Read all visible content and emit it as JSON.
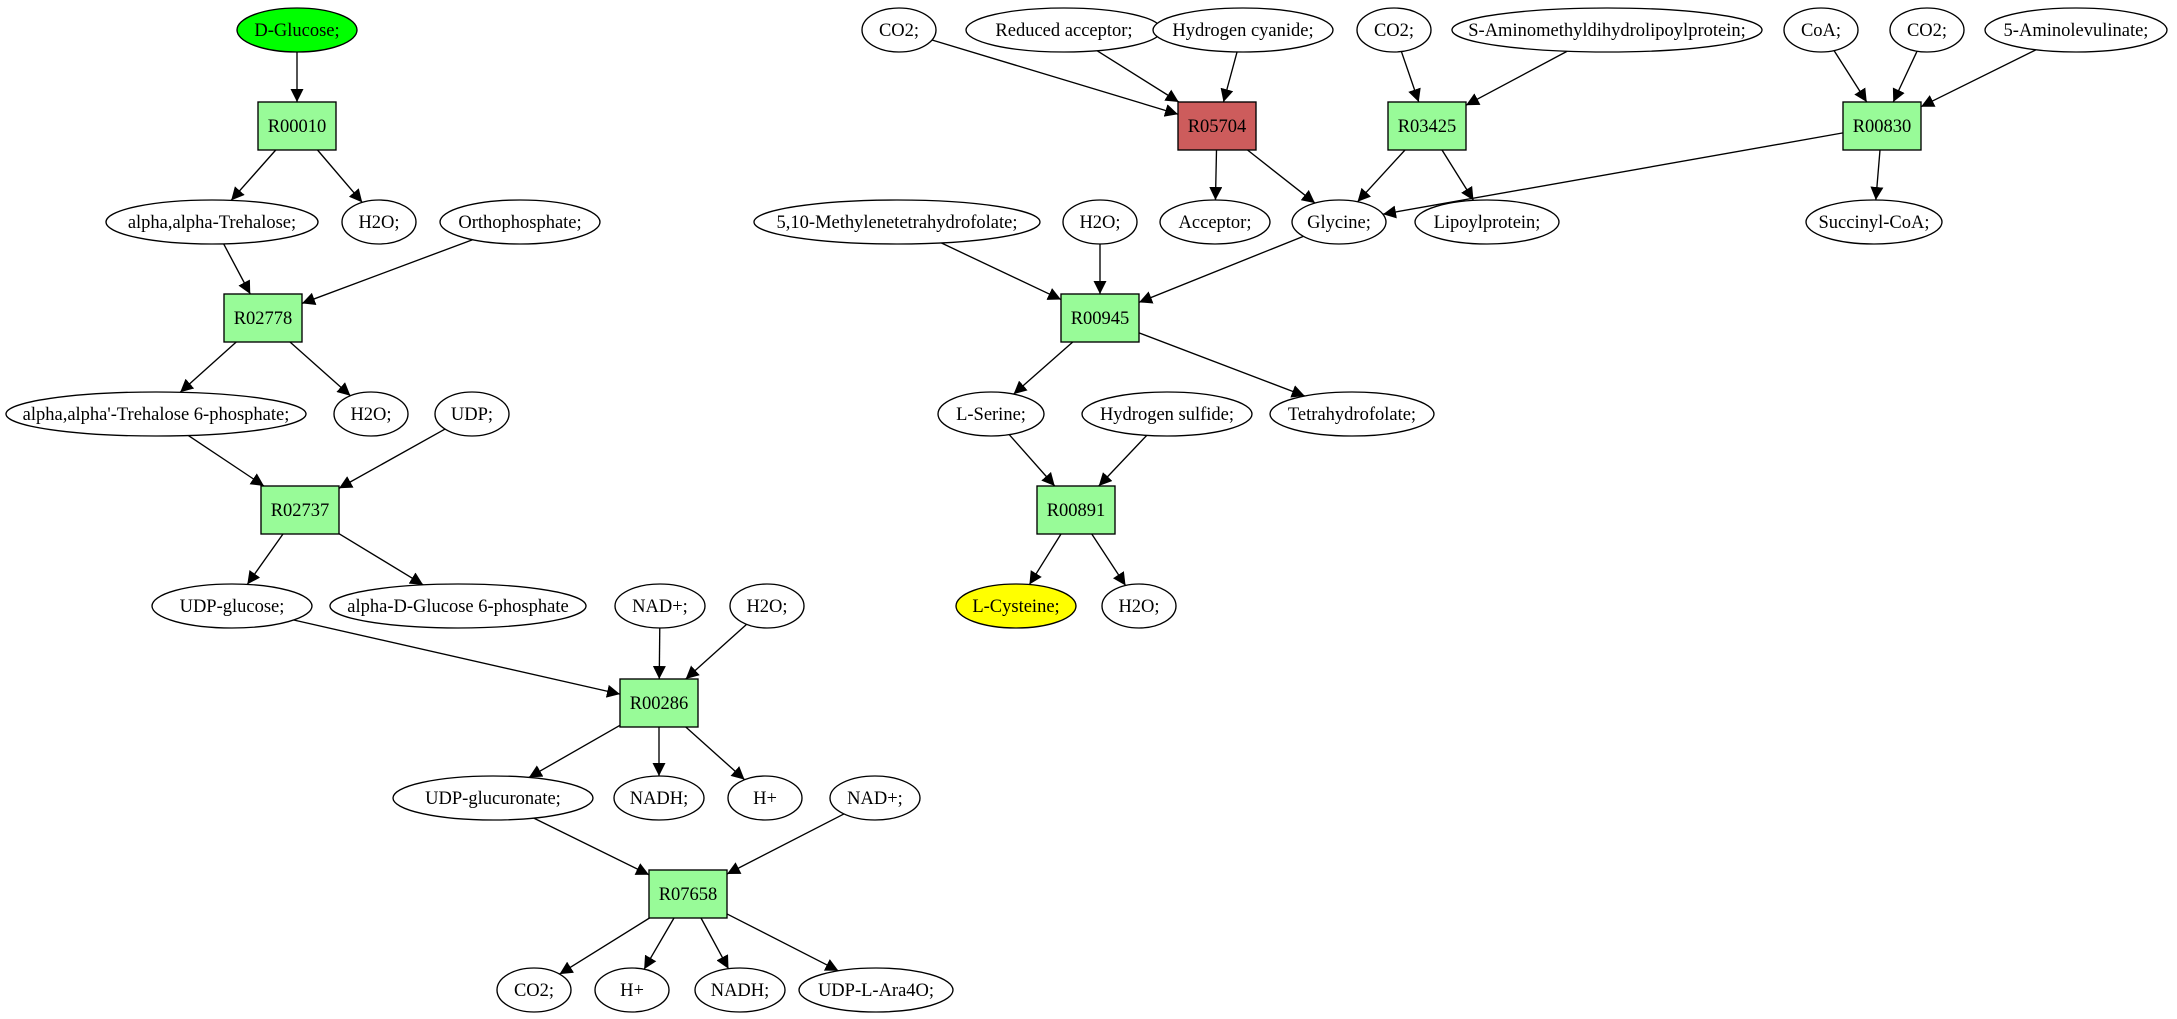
{
  "colors": {
    "compound_fill": "#ffffff",
    "reaction_fill": "#98fb98",
    "highlight_reaction_fill": "#cd5c5c",
    "source_fill": "#00ff00",
    "target_fill": "#ffff00",
    "stroke": "#000000"
  },
  "nodes": [
    {
      "id": "n_glucose",
      "kind": "compound",
      "label": "D-Glucose;",
      "fill": "#00ff00"
    },
    {
      "id": "r00010",
      "kind": "reaction",
      "label": "R00010"
    },
    {
      "id": "n_trehalose",
      "kind": "compound",
      "label": "alpha,alpha-Trehalose;"
    },
    {
      "id": "n_h2o_a",
      "kind": "compound",
      "label": "H2O;"
    },
    {
      "id": "n_orthophosphate",
      "kind": "compound",
      "label": "Orthophosphate;"
    },
    {
      "id": "r02778",
      "kind": "reaction",
      "label": "R02778"
    },
    {
      "id": "n_tre6p",
      "kind": "compound",
      "label": "alpha,alpha'-Trehalose 6-phosphate;"
    },
    {
      "id": "n_h2o_b",
      "kind": "compound",
      "label": "H2O;"
    },
    {
      "id": "n_udp",
      "kind": "compound",
      "label": "UDP;"
    },
    {
      "id": "r02737",
      "kind": "reaction",
      "label": "R02737"
    },
    {
      "id": "n_udpglucose",
      "kind": "compound",
      "label": "UDP-glucose;"
    },
    {
      "id": "n_g6p",
      "kind": "compound",
      "label": "alpha-D-Glucose 6-phosphate"
    },
    {
      "id": "n_nad_a",
      "kind": "compound",
      "label": "NAD+;"
    },
    {
      "id": "n_h2o_c",
      "kind": "compound",
      "label": "H2O;"
    },
    {
      "id": "r00286",
      "kind": "reaction",
      "label": "R00286"
    },
    {
      "id": "n_udpglucuronate",
      "kind": "compound",
      "label": "UDP-glucuronate;"
    },
    {
      "id": "n_nadh_a",
      "kind": "compound",
      "label": "NADH;"
    },
    {
      "id": "n_hplus_a",
      "kind": "compound",
      "label": "H+"
    },
    {
      "id": "n_nad_b",
      "kind": "compound",
      "label": "NAD+;"
    },
    {
      "id": "r07658",
      "kind": "reaction",
      "label": "R07658"
    },
    {
      "id": "n_co2_a",
      "kind": "compound",
      "label": "CO2;"
    },
    {
      "id": "n_hplus_b",
      "kind": "compound",
      "label": "H+"
    },
    {
      "id": "n_nadh_b",
      "kind": "compound",
      "label": "NADH;"
    },
    {
      "id": "n_udpara4o",
      "kind": "compound",
      "label": "UDP-L-Ara4O;"
    },
    {
      "id": "n_co2_b",
      "kind": "compound",
      "label": "CO2;"
    },
    {
      "id": "n_reducedacceptor",
      "kind": "compound",
      "label": "Reduced acceptor;"
    },
    {
      "id": "n_hcn",
      "kind": "compound",
      "label": "Hydrogen cyanide;"
    },
    {
      "id": "n_co2_c",
      "kind": "compound",
      "label": "CO2;"
    },
    {
      "id": "n_samlp",
      "kind": "compound",
      "label": "S-Aminomethyldihydrolipoylprotein;"
    },
    {
      "id": "n_coa",
      "kind": "compound",
      "label": "CoA;"
    },
    {
      "id": "n_co2_d",
      "kind": "compound",
      "label": "CO2;"
    },
    {
      "id": "n_ala",
      "kind": "compound",
      "label": "5-Aminolevulinate;"
    },
    {
      "id": "r05704",
      "kind": "reaction",
      "label": "R05704",
      "fill": "#cd5c5c"
    },
    {
      "id": "r03425",
      "kind": "reaction",
      "label": "R03425"
    },
    {
      "id": "r00830",
      "kind": "reaction",
      "label": "R00830"
    },
    {
      "id": "n_mthf",
      "kind": "compound",
      "label": "5,10-Methylenetetrahydrofolate;"
    },
    {
      "id": "n_h2o_d",
      "kind": "compound",
      "label": "H2O;"
    },
    {
      "id": "n_acceptor",
      "kind": "compound",
      "label": "Acceptor;"
    },
    {
      "id": "n_glycine",
      "kind": "compound",
      "label": "Glycine;"
    },
    {
      "id": "n_lipoylprotein",
      "kind": "compound",
      "label": "Lipoylprotein;"
    },
    {
      "id": "n_succinylcoa",
      "kind": "compound",
      "label": "Succinyl-CoA;"
    },
    {
      "id": "r00945",
      "kind": "reaction",
      "label": "R00945"
    },
    {
      "id": "n_serine",
      "kind": "compound",
      "label": "L-Serine;"
    },
    {
      "id": "n_h2s",
      "kind": "compound",
      "label": "Hydrogen sulfide;"
    },
    {
      "id": "n_thf",
      "kind": "compound",
      "label": "Tetrahydrofolate;"
    },
    {
      "id": "r00891",
      "kind": "reaction",
      "label": "R00891"
    },
    {
      "id": "n_cysteine",
      "kind": "compound",
      "label": "L-Cysteine;",
      "fill": "#ffff00"
    },
    {
      "id": "n_h2o_e",
      "kind": "compound",
      "label": "H2O;"
    }
  ],
  "edges": [
    [
      "n_glucose",
      "r00010"
    ],
    [
      "r00010",
      "n_trehalose"
    ],
    [
      "r00010",
      "n_h2o_a"
    ],
    [
      "n_trehalose",
      "r02778"
    ],
    [
      "n_orthophosphate",
      "r02778"
    ],
    [
      "r02778",
      "n_tre6p"
    ],
    [
      "r02778",
      "n_h2o_b"
    ],
    [
      "n_tre6p",
      "r02737"
    ],
    [
      "n_udp",
      "r02737"
    ],
    [
      "r02737",
      "n_udpglucose"
    ],
    [
      "r02737",
      "n_g6p"
    ],
    [
      "n_udpglucose",
      "r00286"
    ],
    [
      "n_nad_a",
      "r00286"
    ],
    [
      "n_h2o_c",
      "r00286"
    ],
    [
      "r00286",
      "n_udpglucuronate"
    ],
    [
      "r00286",
      "n_nadh_a"
    ],
    [
      "r00286",
      "n_hplus_a"
    ],
    [
      "n_udpglucuronate",
      "r07658"
    ],
    [
      "n_nad_b",
      "r07658"
    ],
    [
      "r07658",
      "n_co2_a"
    ],
    [
      "r07658",
      "n_hplus_b"
    ],
    [
      "r07658",
      "n_nadh_b"
    ],
    [
      "r07658",
      "n_udpara4o"
    ],
    [
      "n_co2_b",
      "r05704"
    ],
    [
      "n_reducedacceptor",
      "r05704"
    ],
    [
      "n_hcn",
      "r05704"
    ],
    [
      "r05704",
      "n_acceptor"
    ],
    [
      "r05704",
      "n_glycine"
    ],
    [
      "n_co2_c",
      "r03425"
    ],
    [
      "n_samlp",
      "r03425"
    ],
    [
      "r03425",
      "n_glycine"
    ],
    [
      "r03425",
      "n_lipoylprotein"
    ],
    [
      "n_coa",
      "r00830"
    ],
    [
      "n_co2_d",
      "r00830"
    ],
    [
      "n_ala",
      "r00830"
    ],
    [
      "r00830",
      "n_glycine"
    ],
    [
      "r00830",
      "n_succinylcoa"
    ],
    [
      "n_mthf",
      "r00945"
    ],
    [
      "n_h2o_d",
      "r00945"
    ],
    [
      "n_glycine",
      "r00945"
    ],
    [
      "r00945",
      "n_serine"
    ],
    [
      "r00945",
      "n_thf"
    ],
    [
      "n_serine",
      "r00891"
    ],
    [
      "n_h2s",
      "r00891"
    ],
    [
      "r00891",
      "n_cysteine"
    ],
    [
      "r00891",
      "n_h2o_e"
    ]
  ]
}
